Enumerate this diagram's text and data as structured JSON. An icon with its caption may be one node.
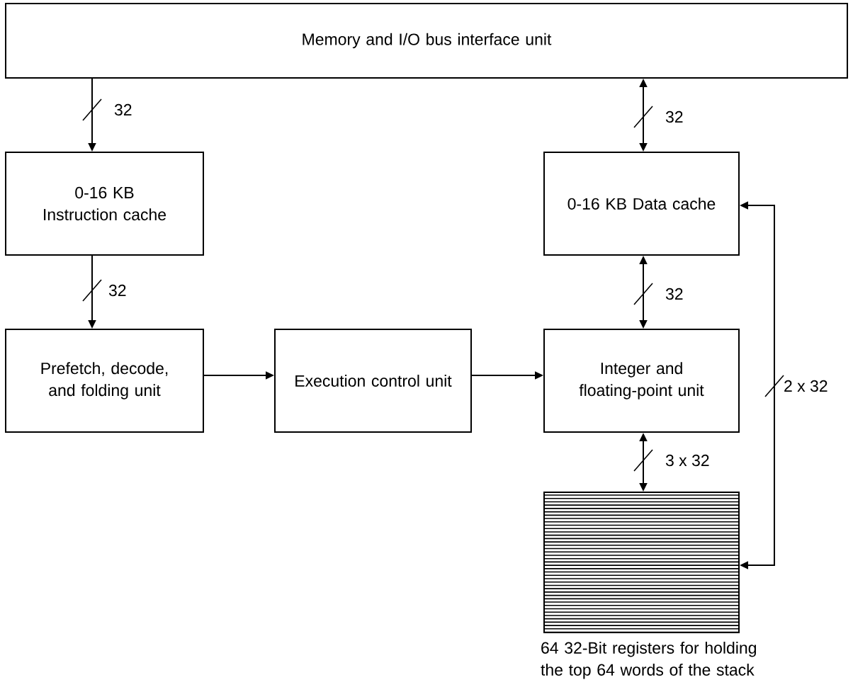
{
  "diagram": {
    "nodes": [
      {
        "text": [
          "Memory and I/O bus interface unit"
        ]
      },
      {
        "text": [
          "0-16 KB Instruction cache"
        ]
      },
      {
        "text": [
          "0-16 KB Data cache"
        ]
      },
      {
        "text": [
          "Prefetch, decode, and folding unit"
        ]
      },
      {
        "text": [
          "Execution control unit"
        ]
      },
      {
        "text": [
          "Integer and floating-point unit"
        ]
      },
      {
        "text": [],
        "shape": "box",
        "beside": [
          "64 32-Bit registers for holding the top 64 words of the stack"
        ]
      }
    ],
    "edges": [
      {
        "from": 0,
        "to": 1,
        "arrow": "to",
        "label": "32"
      },
      {
        "from": 0,
        "to": 2,
        "arrow": "both",
        "label": "32"
      },
      {
        "from": 1,
        "to": 3,
        "arrow": "to",
        "label": "32"
      },
      {
        "from": 2,
        "to": 5,
        "arrow": "both",
        "label": "32"
      },
      {
        "from": 3,
        "to": 4,
        "arrow": "to"
      },
      {
        "from": 4,
        "to": 5,
        "arrow": "to"
      },
      {
        "from": 5,
        "to": 6,
        "arrow": "both",
        "label": "3 x 32"
      },
      {
        "from": 6,
        "to": 2,
        "arrow": "both",
        "label": "2 x 32"
      }
    ]
  }
}
